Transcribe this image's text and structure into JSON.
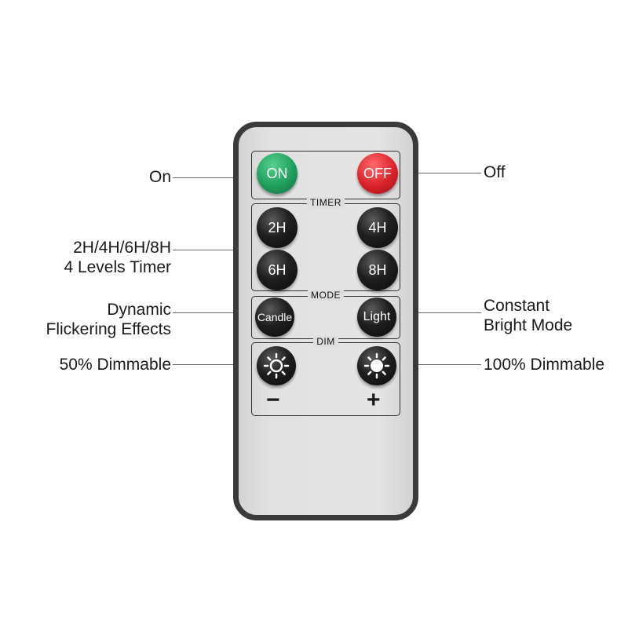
{
  "callouts": {
    "on": "On",
    "off": "Off",
    "timer_line1": "2H/4H/6H/8H",
    "timer_line2": "4 Levels Timer",
    "candle_line1": "Dynamic",
    "candle_line2": "Flickering Effects",
    "light_line1": "Constant",
    "light_line2": "Bright Mode",
    "dim50": "50% Dimmable",
    "dim100": "100% Dimmable"
  },
  "remote": {
    "buttons": {
      "on": "ON",
      "off": "OFF",
      "t2": "2H",
      "t4": "4H",
      "t6": "6H",
      "t8": "8H",
      "candle": "Candle",
      "light": "Light"
    },
    "sections": {
      "timer": "TIMER",
      "mode": "MODE",
      "dim": "DIM"
    },
    "dim_minus": "−",
    "dim_plus": "+"
  },
  "colors": {
    "on_button": "#1f9e5c",
    "off_button": "#d9222a",
    "remote_body": "#e0e0e0",
    "remote_border": "#3a3a3a"
  },
  "icons": {
    "dim_low": "sun-outline-icon",
    "dim_high": "sun-filled-icon"
  }
}
